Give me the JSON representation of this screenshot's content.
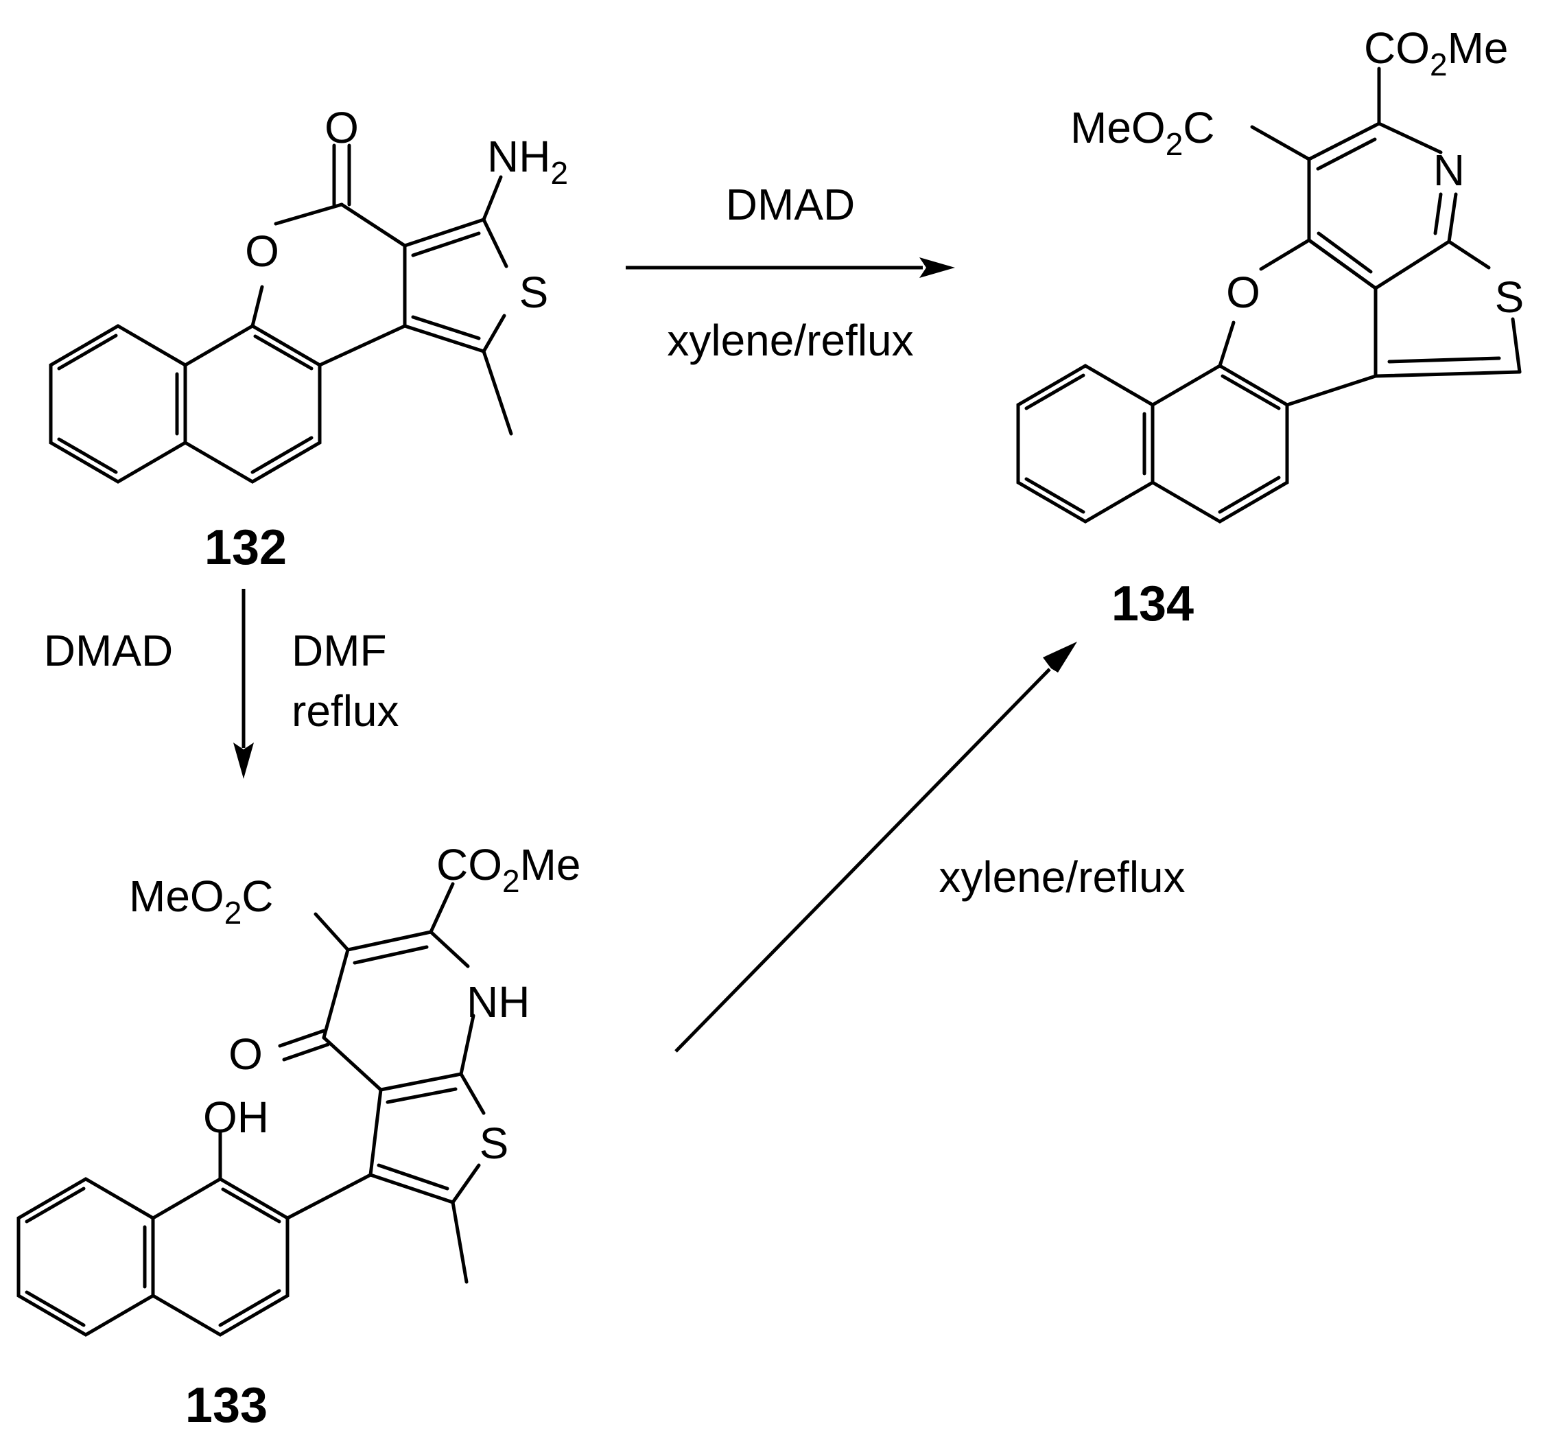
{
  "compounds": {
    "c132": {
      "label": "132",
      "atoms": {
        "o_carbonyl": "O",
        "o_ring": "O",
        "s": "S",
        "nh2_main": "NH",
        "nh2_sub": "2"
      }
    },
    "c133": {
      "label": "133",
      "atoms": {
        "ester1_main": "MeO",
        "ester1_sub": "2",
        "ester1_end": "C",
        "ester2_main": "CO",
        "ester2_sub": "2",
        "ester2_end": "Me",
        "nh": "NH",
        "o_keto": "O",
        "oh": "OH",
        "s": "S"
      }
    },
    "c134": {
      "label": "134",
      "atoms": {
        "ester1_main": "MeO",
        "ester1_sub": "2",
        "ester1_end": "C",
        "ester2_main": "CO",
        "ester2_sub": "2",
        "ester2_end": "Me",
        "n": "N",
        "o": "O",
        "s": "S"
      }
    }
  },
  "arrows": {
    "top": {
      "above": "DMAD",
      "below": "xylene/reflux"
    },
    "down": {
      "left": "DMAD",
      "right_1": "DMF",
      "right_2": "reflux"
    },
    "diagonal": {
      "label": "xylene/reflux"
    }
  }
}
